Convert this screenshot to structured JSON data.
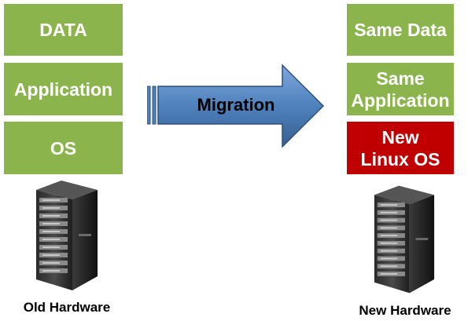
{
  "left_stack": {
    "data_label": "DATA",
    "app_label": "Application",
    "os_label": "OS"
  },
  "right_stack": {
    "data_label": "Same Data",
    "app_label_line1": "Same",
    "app_label_line2": "Application",
    "os_label_line1": "New",
    "os_label_line2": "Linux OS"
  },
  "arrow_label": "Migration",
  "old_hardware_label": "Old Hardware",
  "new_hardware_label": "New Hardware",
  "colors": {
    "layer_green": "#8bb54c",
    "new_os_red": "#c00000",
    "arrow_blue": "#4f81bd"
  },
  "icons": {
    "old_server": "server-rack-icon",
    "new_server": "server-rack-icon"
  }
}
